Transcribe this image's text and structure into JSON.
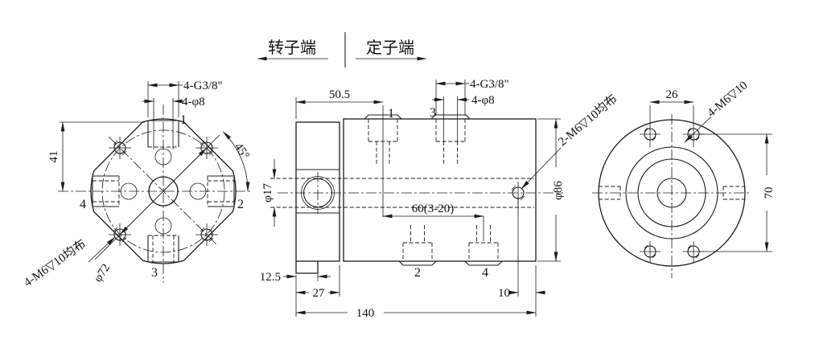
{
  "header": {
    "rotor_end": "转子端",
    "stator_end": "定子端"
  },
  "front_view": {
    "ports": {
      "p1": "1",
      "p2": "2",
      "p3": "3",
      "p4": "4"
    },
    "dim_height": "41",
    "dim_angle": "45°",
    "dim_thread": "4-G3/8\"",
    "dim_hole": "4-φ8",
    "dim_bolt_circle": "φ72",
    "label_screws": "4-M6▽10均布"
  },
  "section_view": {
    "ports": {
      "p1": "1",
      "p2": "2",
      "p3": "3",
      "p4": "4"
    },
    "dim_flange": "50.5",
    "dim_thread": "4-G3/8\"",
    "dim_hole": "4-φ8",
    "dim_bore": "φ17",
    "dim_span": "60(3-20)",
    "dim_step": "12.5",
    "dim_flange_len": "27",
    "dim_end": "10",
    "dim_total": "140",
    "dim_od": "φ86",
    "label_screws": "2-M6▽10均布"
  },
  "side_view": {
    "dim_hole_spacing": "26",
    "dim_hole_height": "70",
    "label_screws": "4-M6▽10"
  },
  "colors": {
    "line": "#1c1c1c",
    "background": "#ffffff"
  }
}
